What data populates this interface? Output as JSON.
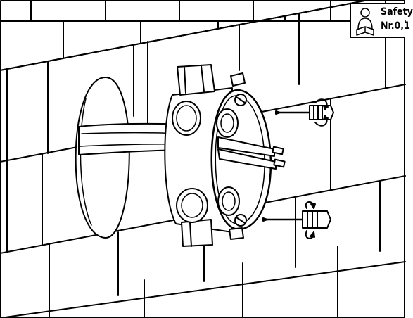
{
  "safety_label": {
    "title": "Safety",
    "number": "Nr.0,1",
    "icon": "person-reading-manual-icon"
  },
  "diagram_parts": [
    "brick-wall",
    "wall-cutout-hole",
    "cable-bundle",
    "flush-mounting-box",
    "knockout-cable-entries",
    "fixing-screws",
    "screwdriver-with-rotation-arrows"
  ]
}
